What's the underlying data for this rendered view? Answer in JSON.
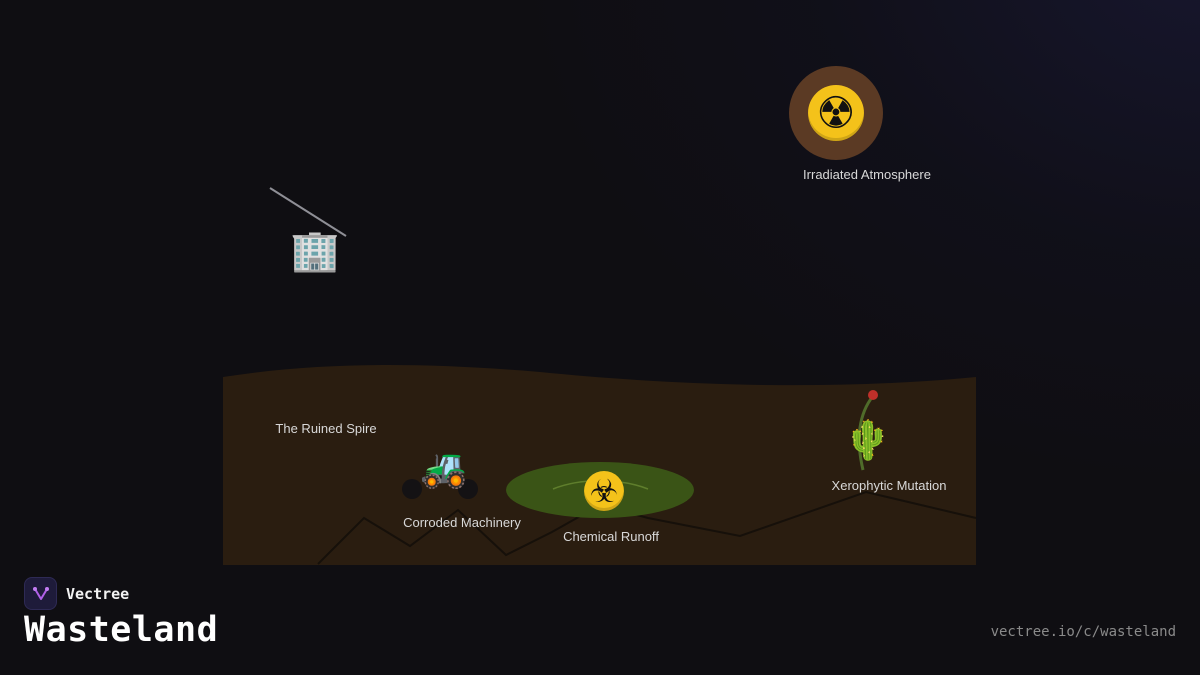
{
  "canvas": {
    "title": "Wasteland",
    "brand": {
      "name": "Vectree",
      "logo_icon": "vectree-logo-icon"
    },
    "url": "vectree.io/c/wasteland"
  },
  "nodes": {
    "atmosphere": {
      "label": "Irradiated Atmosphere",
      "icon": "radioactive-icon"
    },
    "spire": {
      "label": "The Ruined Spire",
      "icon": "office-building-icon"
    },
    "machinery": {
      "label": "Corroded Machinery",
      "icon": "tractor-icon"
    },
    "runoff": {
      "label": "Chemical Runoff",
      "icon": "biohazard-icon"
    },
    "mutation": {
      "label": "Xerophytic Mutation",
      "icon": "cactus-icon"
    }
  },
  "colors": {
    "background": "#0f0e12",
    "ground": "#2a1d10",
    "sun": "#5b3a24",
    "hazard_yellow": "#f4c21a",
    "pool": "#3a5416",
    "stem": "#4f6b2a",
    "bud": "#c0302a"
  }
}
